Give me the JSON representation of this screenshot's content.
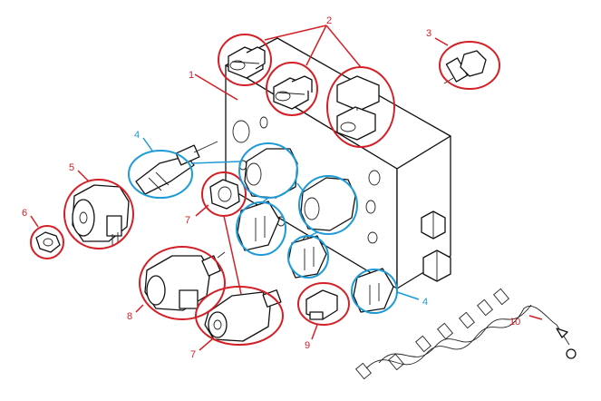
{
  "colors": {
    "red_callout": "#d31f26",
    "blue_callout": "#1e9bd7",
    "drawing_line": "#111111"
  },
  "callouts": [
    {
      "id": "label-1",
      "text": "1",
      "color": "red"
    },
    {
      "id": "label-2",
      "text": "2",
      "color": "red"
    },
    {
      "id": "label-3",
      "text": "3",
      "color": "red"
    },
    {
      "id": "label-4a",
      "text": "4",
      "color": "blue"
    },
    {
      "id": "label-4b",
      "text": "4",
      "color": "blue"
    },
    {
      "id": "label-5",
      "text": "5",
      "color": "red"
    },
    {
      "id": "label-6",
      "text": "6",
      "color": "red"
    },
    {
      "id": "label-7a",
      "text": "7",
      "color": "red"
    },
    {
      "id": "label-7b",
      "text": "7",
      "color": "red"
    },
    {
      "id": "label-8",
      "text": "8",
      "color": "red"
    },
    {
      "id": "label-9",
      "text": "9",
      "color": "red"
    },
    {
      "id": "label-10",
      "text": "10",
      "color": "red"
    }
  ]
}
